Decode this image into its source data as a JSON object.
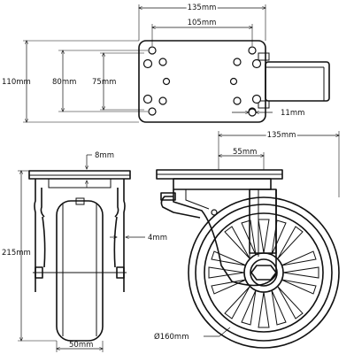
{
  "dimensions": {
    "top_width_outer": "135mm",
    "top_hole_spacing_width": "105mm",
    "top_height_outer": "110mm",
    "top_hole_spacing_outer": "80mm",
    "top_hole_spacing_inner": "75mm",
    "slot_width": "11mm",
    "side_total_width": "135mm",
    "side_offset": "55mm",
    "plate_thickness": "8mm",
    "fork_gap": "4mm",
    "total_height": "215mm",
    "wheel_width": "50mm",
    "wheel_diameter": "Ø160mm"
  }
}
